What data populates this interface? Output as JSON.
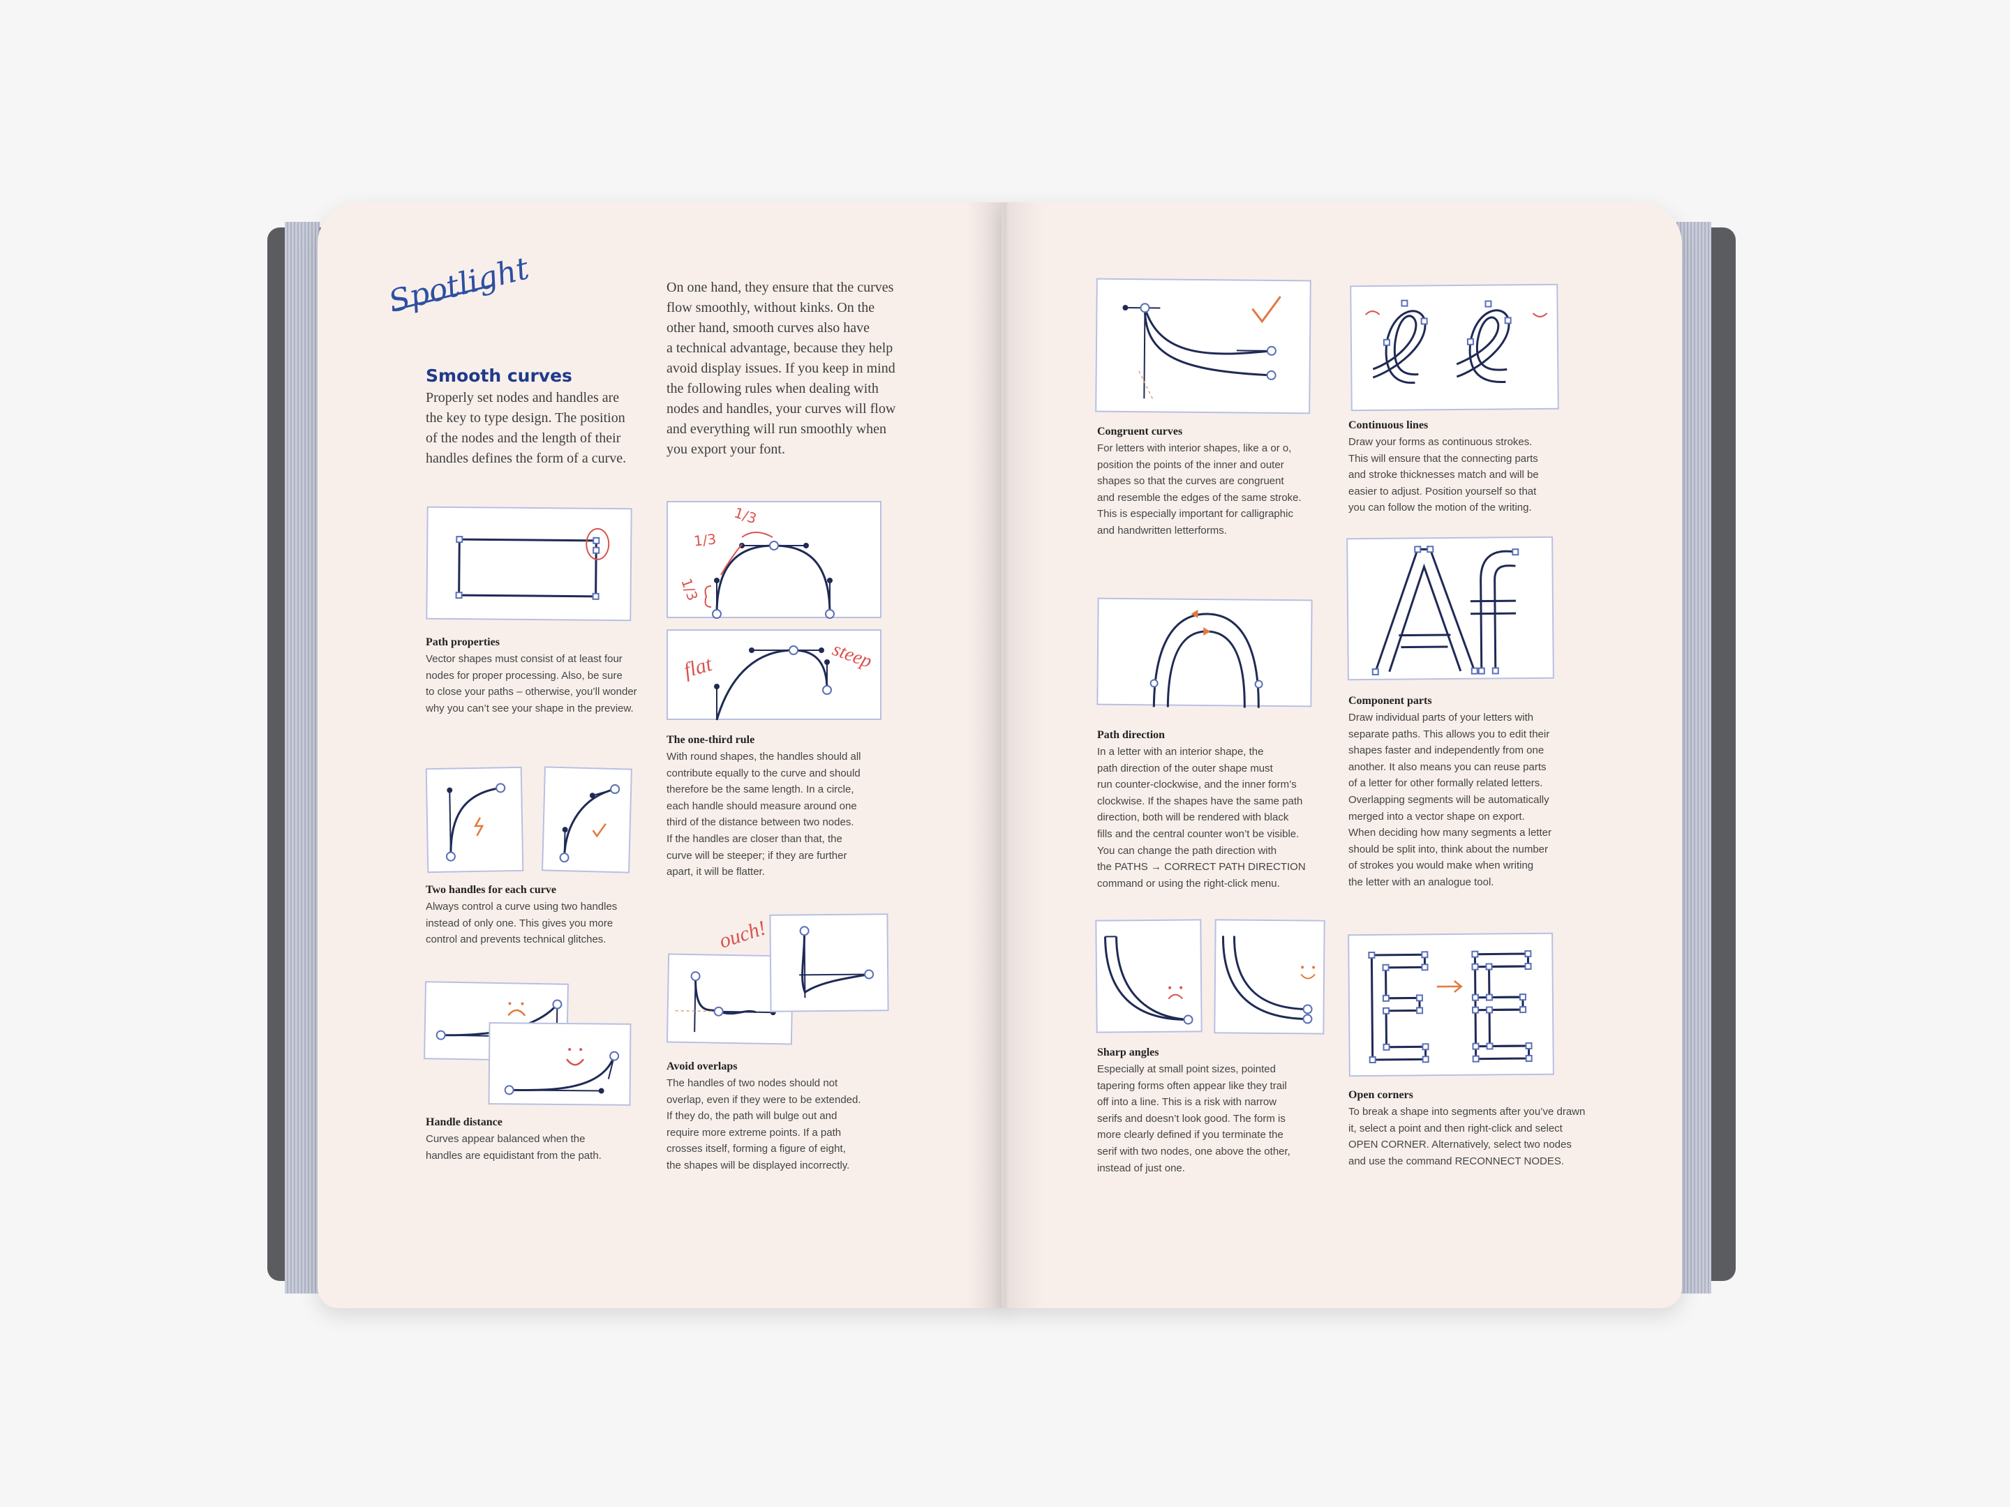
{
  "left_page": {
    "spotlight": "Spotlight",
    "title": "Smooth curves",
    "intro_left": "Properly set nodes and handles are\nthe key to type design. The position\nof the nodes and the length of their\nhandles defines the form of a curve.",
    "intro_right": "On one hand, they ensure that the curves\nflow smoothly, without kinks. On the\nother hand, smooth curves also have\na technical advantage, because they help\navoid display issues. If you keep in mind\nthe following rules when dealing with\nnodes and handles, your curves will flow\nand everything will run smoothly when\nyou export your font.",
    "sections": [
      {
        "title": "Path properties",
        "body": "Vector shapes must consist of at least four\nnodes for proper processing. Also, be sure\nto close your paths – otherwise, you’ll wonder\nwhy you can’t see your shape in the preview."
      },
      {
        "title": "The one-third rule",
        "body": "With round shapes, the handles should all\ncontribute equally to the curve and should\ntherefore be the same length. In a circle,\neach handle should measure around one\nthird of the distance between two nodes.\nIf the handles are closer than that, the\ncurve will be steeper; if they are further\napart, it will be flatter."
      },
      {
        "title": "Two handles for each curve",
        "body": "Always control a curve using two handles\ninstead of only one. This gives you more\ncontrol and prevents technical glitches."
      },
      {
        "title": "Avoid overlaps",
        "body": "The handles of two nodes should not\noverlap, even if they were to be extended.\nIf they do, the path will bulge out and\nrequire more extreme points. If a path\ncrosses itself, forming a figure of eight,\nthe shapes will be displayed incorrectly."
      },
      {
        "title": "Handle distance",
        "body": "Curves appear balanced when the\nhandles are equidistant from the path."
      }
    ],
    "annotations": {
      "one_third": "1/3",
      "flat": "flat",
      "steep": "steep",
      "ouch": "ouch!"
    }
  },
  "right_page": {
    "sections": [
      {
        "title": "Congruent curves",
        "body": "For letters with interior shapes, like a or o,\nposition the points of the inner and outer\nshapes so that the curves are congruent\nand resemble the edges of the same stroke.\nThis is especially important for calligraphic\nand handwritten letterforms."
      },
      {
        "title": "Continuous lines",
        "body": "Draw your forms as continuous strokes.\nThis will ensure that the connecting parts\nand stroke thicknesses match and will be\neasier to adjust. Position yourself so that\nyou can follow the motion of the writing."
      },
      {
        "title": "Path direction",
        "body": "In a letter with an interior shape, the\npath direction of the outer shape must\nrun counter-clockwise, and the inner form’s\nclockwise. If the shapes have the same path\ndirection, both will be rendered with black\nfills and the central counter won’t be visible.\nYou can change the path direction with\nthe PATHS → CORRECT PATH DIRECTION\ncommand or using the right-click menu."
      },
      {
        "title": "Component parts",
        "body": "Draw individual parts of your letters with\nseparate paths. This allows you to edit their\nshapes faster and independently from one\nanother. It also means you can reuse parts\nof a letter for other formally related letters.\nOverlapping segments will be automatically\nmerged into a vector shape on export.\nWhen deciding how many segments a letter\nshould be split into, think about the number\nof strokes you would make when writing\nthe letter with an analogue tool."
      },
      {
        "title": "Sharp angles",
        "body": "Especially at small point sizes, pointed\ntapering forms often appear like they trail\noff into a line. This is a risk with narrow\nserifs and doesn’t look good. The form is\nmore clearly defined if you terminate the\nserif with two nodes, one above the other,\ninstead of just one."
      },
      {
        "title": "Open corners",
        "body": "To break a shape into segments after you’ve drawn\nit, select a point and then right-click and select\nOPEN CORNER. Alternatively, select two nodes\nand use the command RECONNECT NODES."
      }
    ],
    "letters": {
      "component": "Af",
      "corners": "E"
    }
  },
  "colors": {
    "ink": "#1f2a55",
    "accent": "#d9534f",
    "node": "#5b6fb8",
    "card_border": "#b8bfe0"
  }
}
